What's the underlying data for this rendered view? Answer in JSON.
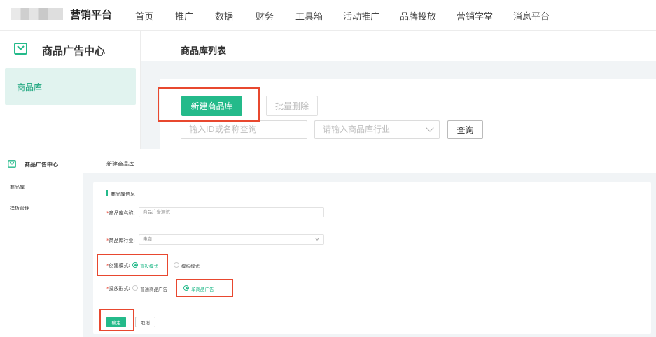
{
  "top": {
    "brand": "营销平台",
    "nav": [
      "首页",
      "推广",
      "数据",
      "财务",
      "工具箱",
      "活动推广",
      "品牌投放",
      "营销学堂",
      "消息平台"
    ],
    "sidebar": {
      "title": "商品广告中心",
      "active_item": "商品库"
    },
    "page_title": "商品库列表",
    "toolbar": {
      "new_button": "新建商品库",
      "batch_delete_button": "批量删除"
    },
    "filters": {
      "search_placeholder": "输入ID或名称查询",
      "industry_placeholder": "请输入商品库行业",
      "query_button": "查询"
    }
  },
  "bottom": {
    "sidebar": {
      "title": "商品广告中心",
      "items": [
        "商品库",
        "模板管理"
      ]
    },
    "page_title": "新建商品库",
    "section_title": "商品库信息",
    "form": {
      "name_label": "商品库名称:",
      "name_value": "商品广告测试",
      "industry_label": "商品库行业:",
      "industry_value": "电商",
      "create_mode_label": "创建模式:",
      "create_mode_options": [
        "直投模式",
        "模板模式"
      ],
      "create_mode_selected": "直投模式",
      "delivery_label": "投放形式:",
      "delivery_options": [
        "普通商品广告",
        "单商品广告"
      ],
      "delivery_selected": "单商品广告",
      "required_mark": "*"
    },
    "actions": {
      "confirm_button": "确定",
      "cancel_button": "取消"
    }
  },
  "colors": {
    "accent": "#24ba8a",
    "highlight": "#e8482f",
    "active_bg": "#e1f3ef"
  },
  "icons": {
    "sidebar": "bag-icon",
    "dropdown": "chevron-down-icon"
  }
}
